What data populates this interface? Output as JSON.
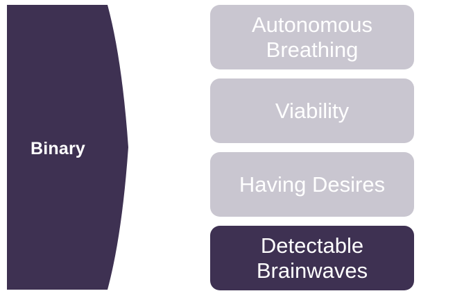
{
  "diagram": {
    "arrow": {
      "label": "Binary"
    },
    "stages": [
      {
        "label": "Autonomous Breathing",
        "emphasis": false
      },
      {
        "label": "Viability",
        "emphasis": false
      },
      {
        "label": "Having Desires",
        "emphasis": false
      },
      {
        "label": "Detectable Brainwaves",
        "emphasis": true
      }
    ]
  },
  "colors": {
    "background": "#ffffff",
    "arrow_fill": "#3e3152",
    "stage_fill": "#c9c6d0",
    "stage_emphasis_fill": "#3e3152",
    "label_text": "#ffffff"
  }
}
